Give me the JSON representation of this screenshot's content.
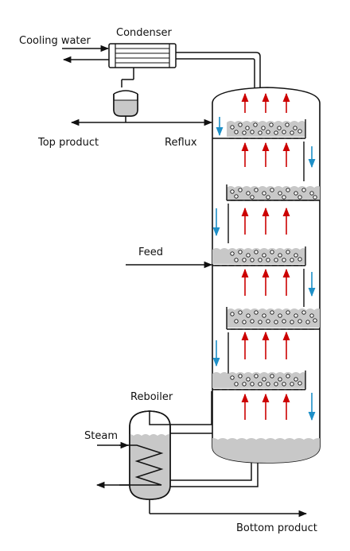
{
  "labels": {
    "condenser": "Condenser",
    "cooling_water": "Cooling water",
    "top_product": "Top product",
    "reflux": "Reflux",
    "feed": "Feed",
    "reboiler": "Reboiler",
    "steam": "Steam",
    "bottom_product": "Bottom product"
  },
  "colors": {
    "vapor_arrow": "#cc0000",
    "liquid_arrow": "#1e90c8",
    "liquid_fill": "#c8c8c8",
    "line": "#111111"
  },
  "tray_count": 5
}
